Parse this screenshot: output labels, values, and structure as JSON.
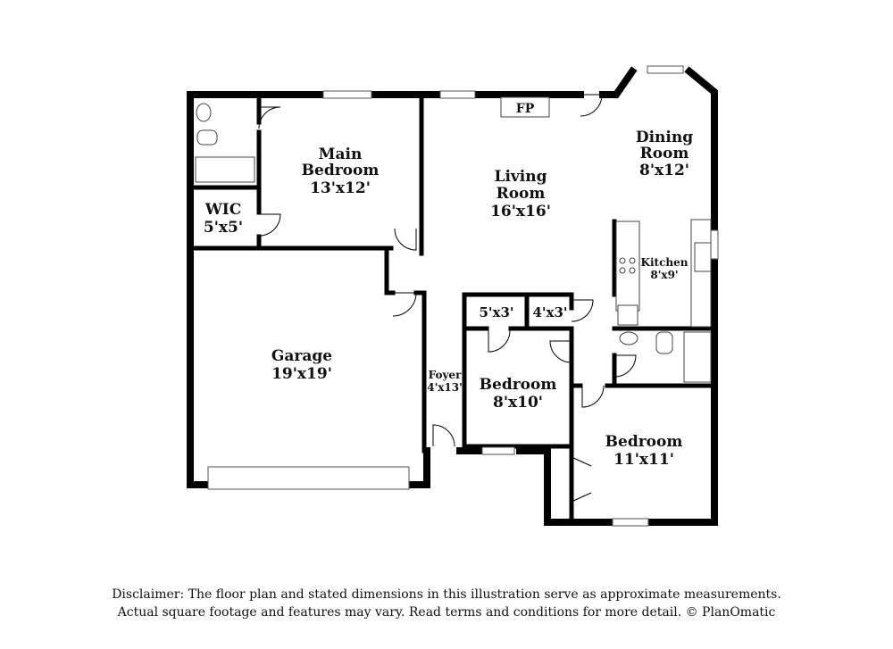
{
  "rooms": {
    "main_bedroom": {
      "name1": "Main",
      "name2": "Bedroom",
      "dims": "13'x12'"
    },
    "wic": {
      "name": "WIC",
      "dims": "5'x5'"
    },
    "living_room": {
      "name1": "Living",
      "name2": "Room",
      "dims": "16'x16'"
    },
    "dining_room": {
      "name1": "Dining",
      "name2": "Room",
      "dims": "8'x12'"
    },
    "kitchen": {
      "name": "Kitchen",
      "dims": "8'x9'"
    },
    "garage": {
      "name": "Garage",
      "dims": "19'x19'"
    },
    "foyer": {
      "name": "Foyer",
      "dims": "4'x13'"
    },
    "closet1": {
      "dims": "5'x3'"
    },
    "closet2": {
      "dims": "4'x3'"
    },
    "bedroom2": {
      "name": "Bedroom",
      "dims": "8'x10'"
    },
    "bedroom3": {
      "name": "Bedroom",
      "dims": "11'x11'"
    }
  },
  "fireplace": "FP",
  "disclaimer": {
    "line1": "Disclaimer: The floor plan and stated dimensions in this illustration serve as approximate measurements.",
    "line2": "Actual square footage and features may vary. Read terms and conditions for more detail. © PlanOmatic"
  }
}
